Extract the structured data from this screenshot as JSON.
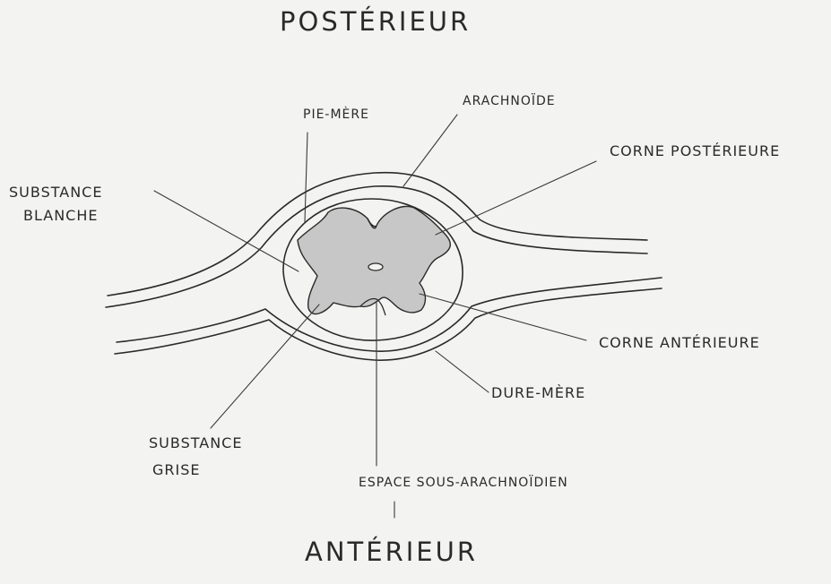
{
  "orientation": {
    "top": "Postérieur",
    "bottom": "Antérieur"
  },
  "labels": {
    "pie_mere": "Pie-mère",
    "arachnoide": "Arachnoïde",
    "corne_posterieure": "Corne postérieure",
    "substance_blanche_1": "Substance",
    "substance_blanche_2": "Blanche",
    "corne_anterieure": "Corne antérieure",
    "dure_mere": "Dure-mère",
    "substance_grise_1": "Substance",
    "substance_grise_2": "Grise",
    "espace_sous_arachnoidien": "Espace sous-arachnoïdien"
  },
  "colors": {
    "paper": "#f3f3f1",
    "pencil": "#2a2a2a",
    "grey_matter_shading": "#b8b8b8"
  }
}
